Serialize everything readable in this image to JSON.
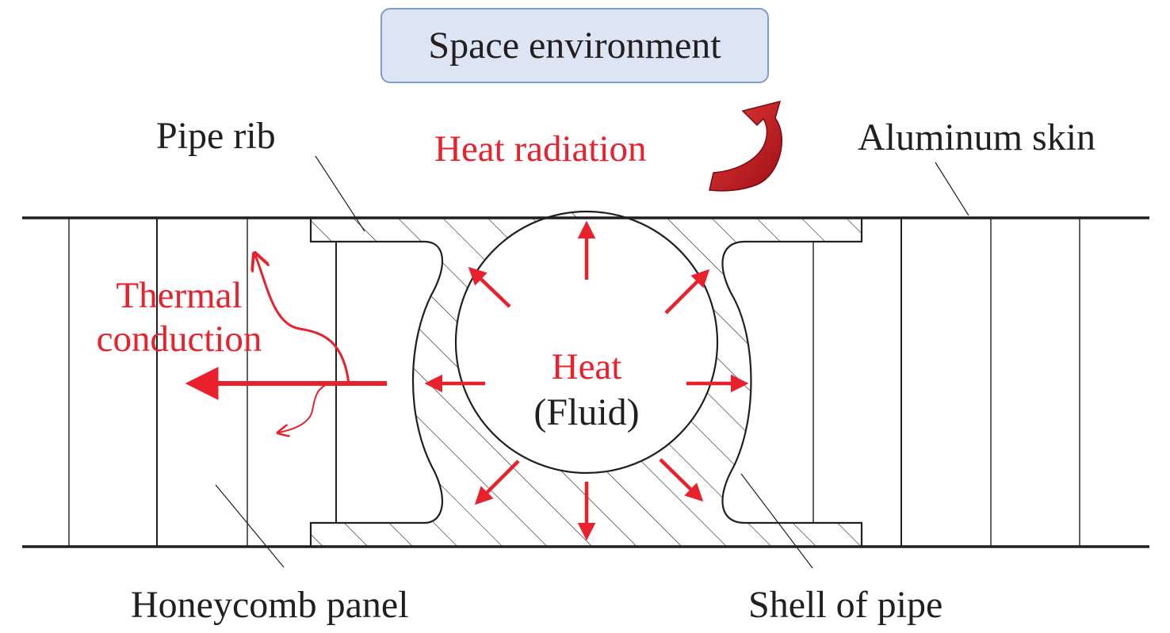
{
  "labels": {
    "space_environment": "Space environment",
    "pipe_rib": "Pipe rib",
    "heat_radiation": "Heat radiation",
    "aluminum_skin": "Aluminum skin",
    "thermal_line1": "Thermal",
    "thermal_line2": "conduction",
    "heat": "Heat",
    "fluid": "(Fluid)",
    "honeycomb_panel": "Honeycomb panel",
    "shell_of_pipe": "Shell of pipe"
  },
  "colors": {
    "annotation_red": "#e8212c",
    "line_dark": "#231f20",
    "box_fill": "#dde4f3",
    "box_border": "#7f9ccb",
    "curved_arrow_red": "#c8151f"
  }
}
